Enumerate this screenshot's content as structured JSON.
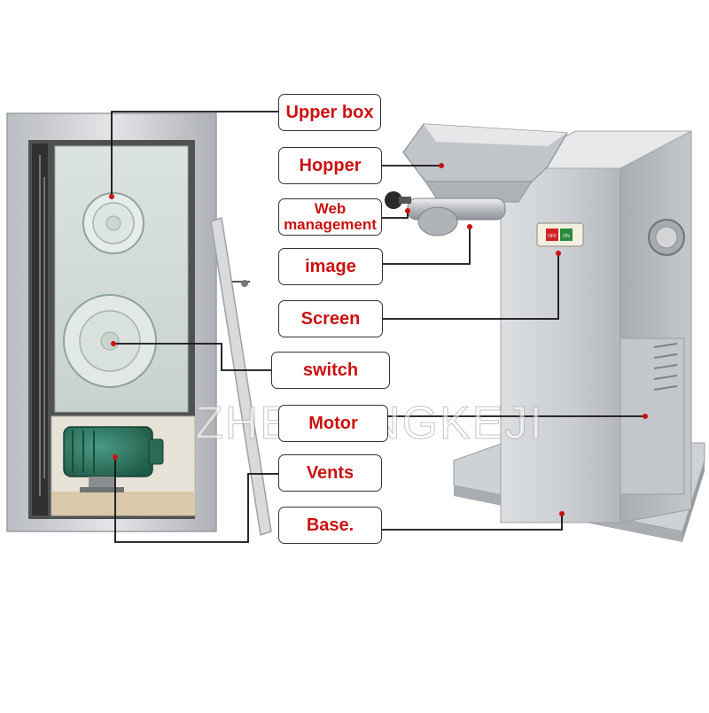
{
  "labels": {
    "upper_box": "Upper box",
    "hopper": "Hopper",
    "web_line1": "Web",
    "web_line2": "management",
    "image": "image",
    "screen": "Screen",
    "switch": "switch",
    "motor": "Motor",
    "vents": "Vents",
    "base": "Base."
  },
  "watermark": "ZHENJINGKEJI",
  "switch_panel": {
    "red_label": "OFF",
    "green_label": "ON"
  },
  "colors": {
    "label_text": "#cc1111",
    "leader_line": "#111111",
    "cabinet_panel": "#d4ddd8",
    "motor": "#2e7a64",
    "steel": "#c7c9cc"
  }
}
